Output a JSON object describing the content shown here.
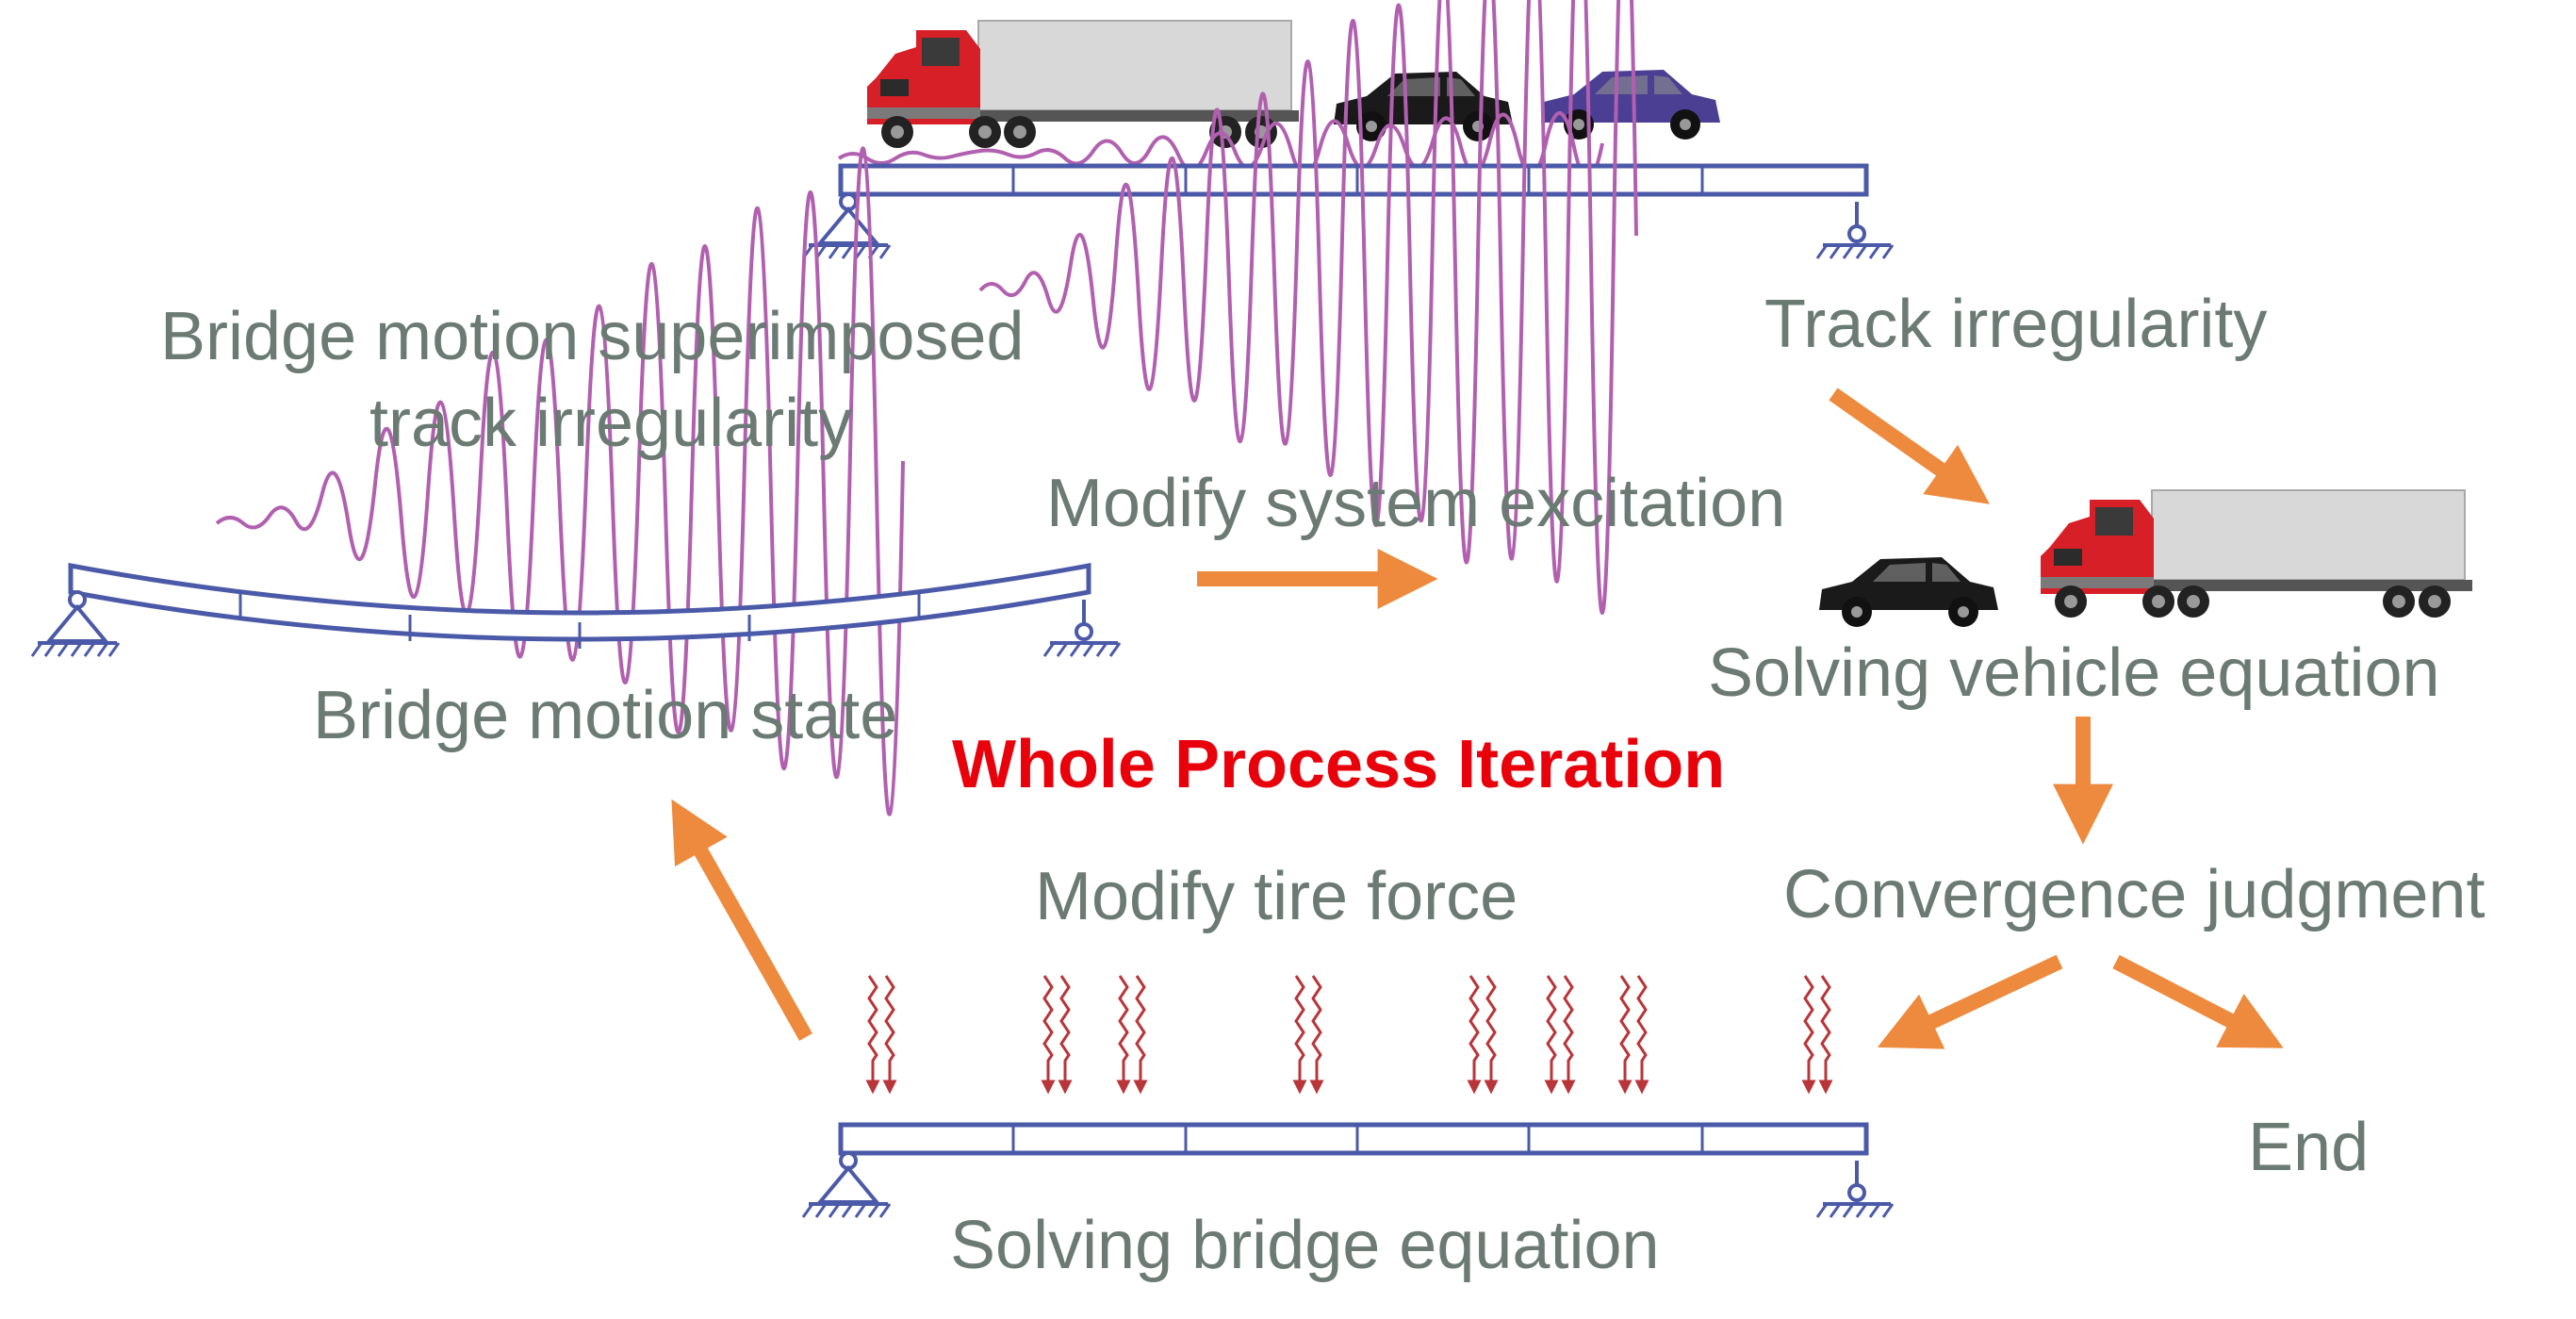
{
  "labels": {
    "bridge_motion_superimposed": "Bridge motion superimposed",
    "track_irregularity_lower": "track irregularity",
    "track_irregularity": "Track irregularity",
    "modify_system_excitation": "Modify system excitation",
    "solving_vehicle_equation": "Solving vehicle equation",
    "bridge_motion_state": "Bridge motion state",
    "whole_process_iteration": "Whole Process Iteration",
    "convergence_judgment": "Convergence judgment",
    "modify_tire_force": "Modify tire force",
    "end": "End",
    "solving_bridge_equation": "Solving bridge equation"
  },
  "colors": {
    "text": "#6b7b74",
    "title": "#e8000b",
    "arrow": "#ee8a3d",
    "beam": "#4b5aa8",
    "wave": "#b160b0",
    "force": "#b8363a",
    "truck_cab": "#d61f26",
    "trailer": "#d5d5d5",
    "car_black": "#1a1a1a",
    "car_purple": "#4a3f93"
  },
  "icons": [
    "truck-icon",
    "car-icon",
    "pin-support-icon",
    "roller-support-icon",
    "tire-force-arrow-icon"
  ]
}
